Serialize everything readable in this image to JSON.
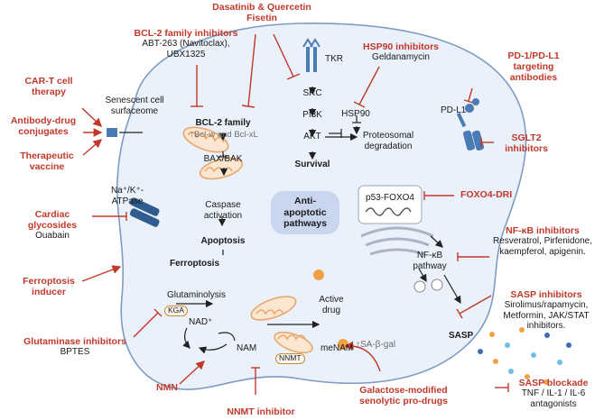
{
  "inhibitors": {
    "bcl2": {
      "title": "BCL-2 family inhibitors",
      "line1": "ABT-263 (Navitoclax),",
      "line2": "UBX1325"
    },
    "dasatinib": {
      "line1": "Dasatinib & Quercetin",
      "line2": "Fisetin"
    },
    "hsp90": {
      "title": "HSP90 inhibitors",
      "line1": "Geldanamycin"
    },
    "pd1": {
      "line1": "PD-1/PD-L1",
      "line2": "targeting",
      "line3": "antibodies"
    },
    "cart": {
      "line1": "CAR-T cell",
      "line2": "therapy"
    },
    "adc": {
      "line1": "Antibody-drug",
      "line2": "conjugates"
    },
    "vaccine": {
      "line1": "Therapeutic",
      "line2": "vaccine"
    },
    "sglt2": {
      "line1": "SGLT2",
      "line2": "inhibitors"
    },
    "foxo4dri": {
      "line1": "FOXO4-DRI"
    },
    "cardiac": {
      "line1": "Cardiac",
      "line2": "glycosides",
      "line3": "Ouabain"
    },
    "nfkb": {
      "title": "NF-κB inhibitors",
      "line1": "Resveratrol, Pirfenidone,",
      "line2": "kaempferol, apigenin."
    },
    "ferro": {
      "line1": "Ferroptosis",
      "line2": "inducer"
    },
    "sasp": {
      "title": "SASP inhibitors",
      "line1": "Sirolimus/rapamycin,",
      "line2": "Metformin, JAK/STAT",
      "line3": "inhibitors."
    },
    "glut": {
      "title": "Glutaminase inhibitors",
      "line1": "BPTES"
    },
    "nmn": {
      "line1": "NMN"
    },
    "nnmt": {
      "line1": "NNMT inhibitor"
    },
    "galacto": {
      "line1": "Galactose-modified",
      "line2": "senolytic pro-drugs"
    },
    "saspblock": {
      "title": "SASP blockade",
      "line1": "TNF / IL-1 / IL-6",
      "line2": "antagonists"
    }
  },
  "cell": {
    "surfaceome": {
      "line1": "Senescent cell",
      "line2": "surfaceome"
    },
    "tkr": "TKR",
    "pdl1": "PD-L1",
    "bcl2family": "BCL-2 family",
    "bclw": "↑Bcl-w and Bcl-xL",
    "baxbak": "BAX/BAK",
    "caspase": {
      "line1": "Caspase",
      "line2": "activation"
    },
    "apoptosis": "Apoptosis",
    "src": "SRC",
    "pi3k": "PI3K",
    "akt": "AKT",
    "survival": "Survival",
    "hsp90": "HSP90",
    "proteo": {
      "line1": "Proteosomal",
      "line2": "degradation"
    },
    "atpase": {
      "line1": "Na⁺/K⁺-",
      "line2": "ATPase"
    },
    "center": {
      "line1": "Anti-",
      "line2": "apoptotic",
      "line3": "pathways"
    },
    "p53": "p53-FOXO4",
    "nfkbpath": {
      "line1": "NF-κB",
      "line2": "pathway"
    },
    "ferroptosis": "Ferroptosis",
    "glutaminolysis": "Glutaminolysis",
    "kga": "KGA",
    "activedrug": {
      "line1": "Active",
      "line2": "drug"
    },
    "sabgal": "↑SA-β-gal",
    "nad": "NAD⁺",
    "nam": "NAM",
    "menam": "meNAM",
    "nnmt": "NNMT",
    "sasp": "SASP"
  },
  "colors": {
    "inhibitor": "#c0392b",
    "cell_fill": "#eaf1fa",
    "cell_stroke": "#7f9bc3",
    "pill": "#c9d6ee",
    "mito": "#e8a86c"
  }
}
